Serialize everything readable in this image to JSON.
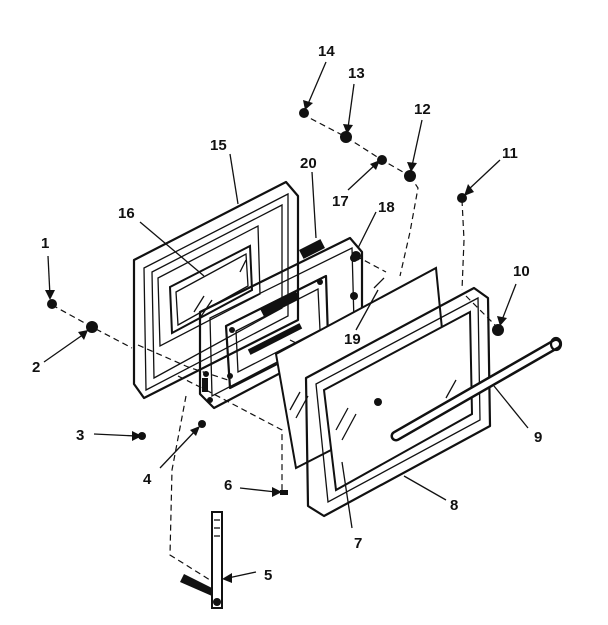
{
  "diagram": {
    "colors": {
      "ink": "#111111",
      "background": "#ffffff"
    },
    "part_labels": [
      {
        "id": "1",
        "text": "1"
      },
      {
        "id": "2",
        "text": "2"
      },
      {
        "id": "3",
        "text": "3"
      },
      {
        "id": "4",
        "text": "4"
      },
      {
        "id": "5",
        "text": "5"
      },
      {
        "id": "6",
        "text": "6"
      },
      {
        "id": "7",
        "text": "7"
      },
      {
        "id": "8",
        "text": "8"
      },
      {
        "id": "9",
        "text": "9"
      },
      {
        "id": "10",
        "text": "10"
      },
      {
        "id": "11",
        "text": "11"
      },
      {
        "id": "12",
        "text": "12"
      },
      {
        "id": "13",
        "text": "13"
      },
      {
        "id": "14",
        "text": "14"
      },
      {
        "id": "15",
        "text": "15"
      },
      {
        "id": "16",
        "text": "16"
      },
      {
        "id": "17",
        "text": "17"
      },
      {
        "id": "18",
        "text": "18"
      },
      {
        "id": "19",
        "text": "19"
      },
      {
        "id": "20",
        "text": "20"
      }
    ]
  }
}
